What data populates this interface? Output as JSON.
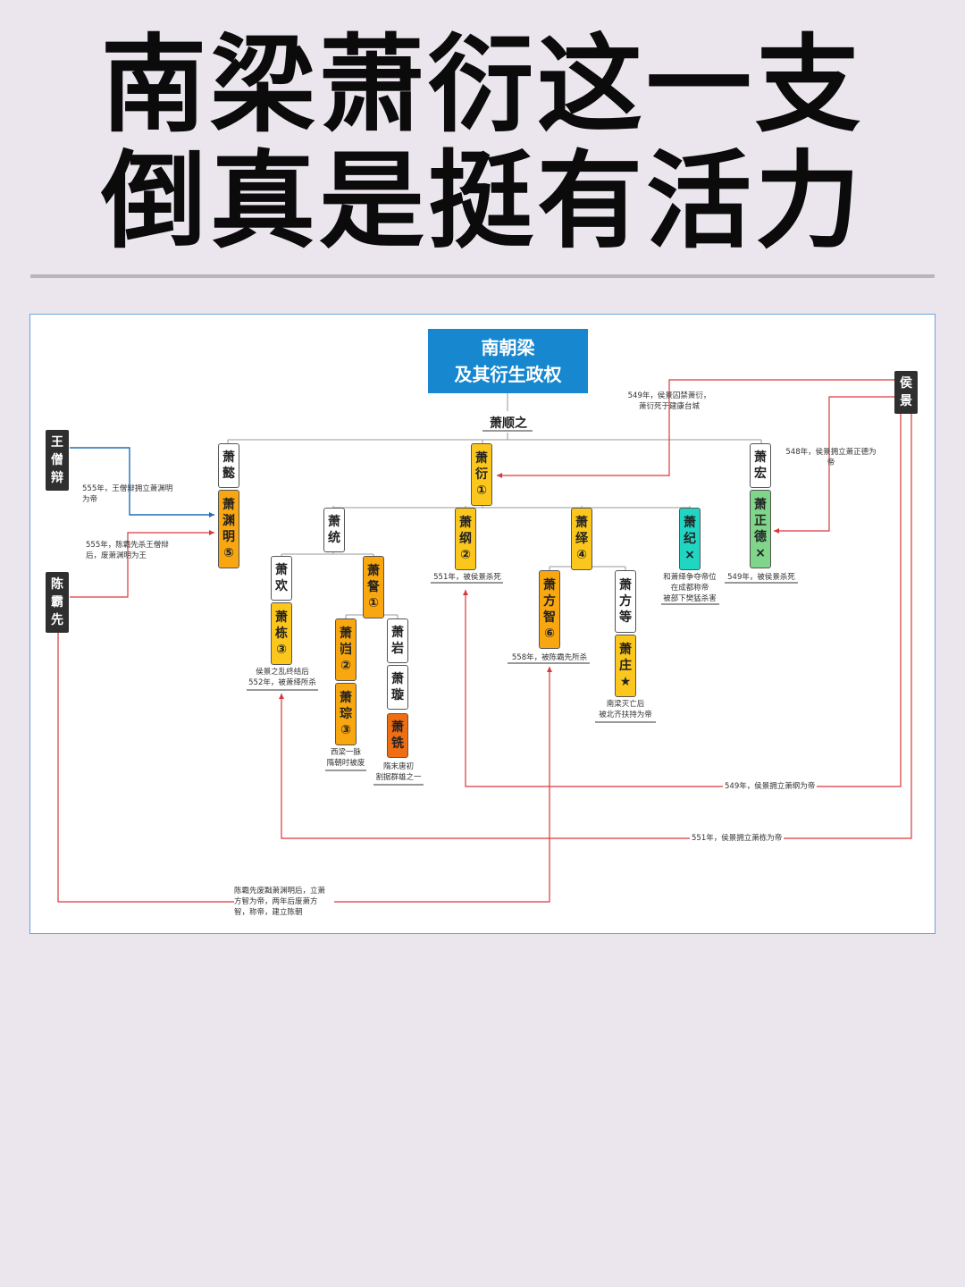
{
  "headline": {
    "line1": "南梁萧衍这一支",
    "line2": "倒真是挺有活力"
  },
  "colors": {
    "blue": "#1787cf",
    "orange": "#f8a710",
    "yellow": "#fcc71d",
    "dark_orange": "#f06d12",
    "teal": "#20d6c3",
    "green": "#7fd58a",
    "red_line": "#d9383a"
  },
  "root": {
    "line1": "南朝梁",
    "line2": "及其衍生政权"
  },
  "founder": "萧顺之",
  "people": {
    "xiao_yi_top": "萧懿",
    "xiao_yan": "萧衍",
    "xiao_yan_mark": "①",
    "xiao_hong": "萧宏",
    "xiao_yuanming": "萧渊明",
    "xiao_yuanming_mark": "⑤",
    "xiao_zhengde": "萧正德",
    "xiao_zhengde_mark": "×",
    "xiao_tong": "萧统",
    "xiao_gang": "萧纲",
    "xiao_gang_mark": "②",
    "xiao_yi": "萧绎",
    "xiao_yi_mark": "④",
    "xiao_ji": "萧纪",
    "xiao_ji_mark": "×",
    "xiao_huan": "萧欢",
    "xiao_cha": "萧詧",
    "xiao_cha_mark": "①",
    "xiao_dong": "萧栋",
    "xiao_dong_mark": "③",
    "xiao_kui": "萧岿",
    "xiao_kui_mark": "②",
    "xiao_yan2": "萧岩",
    "xiao_cong": "萧琮",
    "xiao_cong_mark": "③",
    "xiao_xuan": "萧璇",
    "xiao_xian": "萧铣",
    "xiao_fangzhi": "萧方智",
    "xiao_fangzhi_mark": "⑥",
    "xiao_fangdeng": "萧方等",
    "xiao_zhuang": "萧庄",
    "xiao_zhuang_mark": "★"
  },
  "actors": {
    "wang": "王僧辩",
    "chen": "陈霸先",
    "hou": "侯景"
  },
  "notes": {
    "hou_qiu": "549年，侯景囚禁萧衍，\n萧衍死于建康台城",
    "hou_zhengde": "548年，侯景拥立萧正德为\n帝",
    "wang_li": "555年，王僧辩拥立萧渊明\n为帝",
    "chen_sha": "555年，陈霸先杀王僧辩\n后，废萧渊明为王",
    "gang_death": "551年，被侯景杀死",
    "zhengde_death": "549年，被侯景杀死",
    "ji_note": "和萧绎争夺帝位\n在成都称帝\n被部下樊猛杀害",
    "dong_note": "侯景之乱终结后\n552年，被萧绎所杀",
    "fangzhi_death": "5­­58年，被陈霸先所杀",
    "zhuang_note": "南梁灭亡后\n被北齐扶持为帝",
    "cong_note": "西梁一脉\n隋朝时被废",
    "xian_note": "隋末唐初\n割据群雄之一",
    "hou_gang": "549年，侯景拥立萧纲为帝",
    "hou_dong": "551年，侯景拥立萧栋为帝",
    "chen_fangzhi": "陈霸先废黜萧渊明后，立萧\n方智为帝，两年后废萧方\n智，称帝，建立陈朝"
  }
}
